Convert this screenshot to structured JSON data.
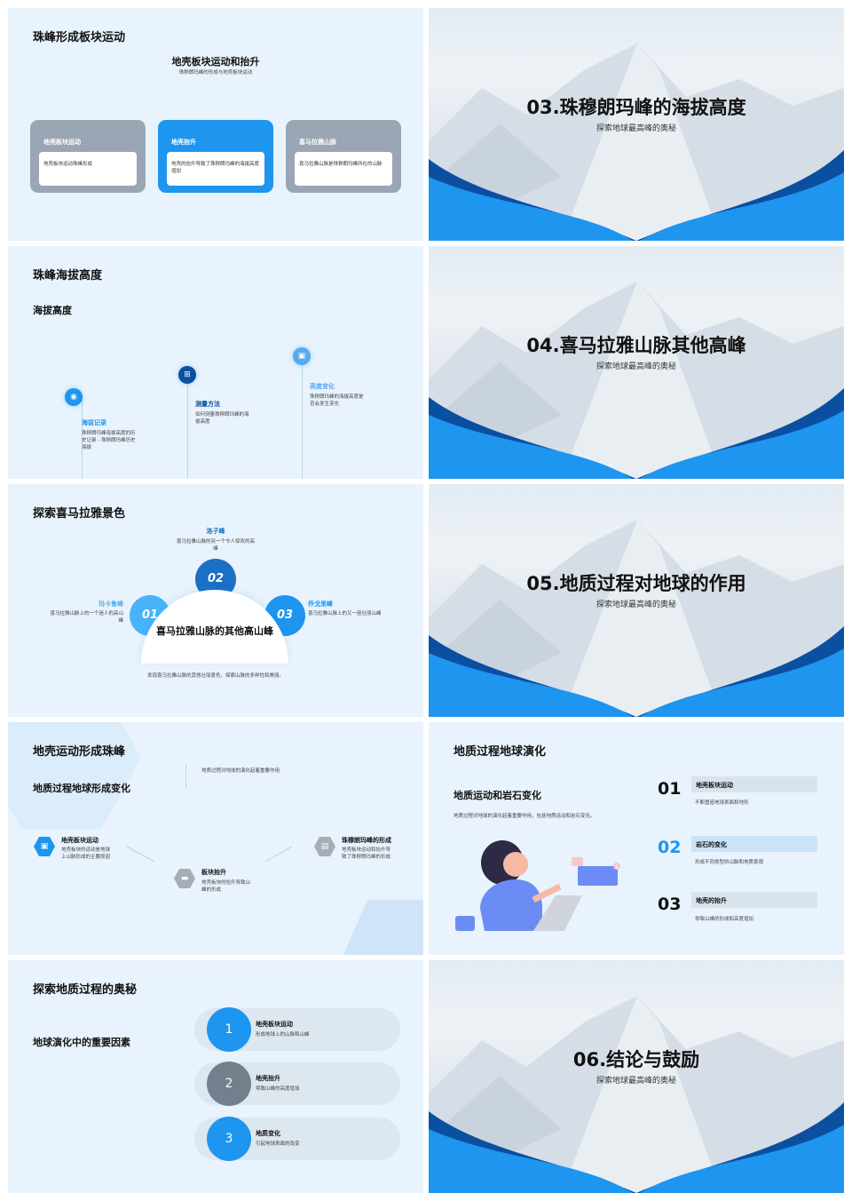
{
  "colors": {
    "accent": "#1e95ef",
    "dark": "#0b4fa0",
    "gray": "#9aa6b3",
    "bg": "#e8f3fd"
  },
  "s1": {
    "title": "珠峰形成板块运动",
    "heading": "地壳板块运动和抬升",
    "sub": "珠穆朗玛峰的形成与地壳板块运动",
    "cards": [
      {
        "label": "地壳板块运动",
        "text": "地壳板块运动珠峰形成"
      },
      {
        "label": "地壳抬升",
        "text": "地壳的抬升导致了珠穆朗玛峰的海拔高度增加"
      },
      {
        "label": "喜马拉雅山脉",
        "text": "喜马拉雅山脉是珠穆朗玛峰所在的山脉"
      }
    ]
  },
  "covers": [
    {
      "title": "03.珠穆朗玛峰的海拔高度",
      "sub": "探索地球最高峰的奥秘"
    },
    {
      "title": "04.喜马拉雅山脉其他高峰",
      "sub": "探索地球最高峰的奥秘"
    },
    {
      "title": "05.地质过程对地球的作用",
      "sub": "探索地球最高峰的奥秘"
    },
    {
      "title": "06.结论与鼓励",
      "sub": "探索地球最高峰的奥秘"
    }
  ],
  "s3": {
    "title": "珠峰海拔高度",
    "heading": "海拔高度",
    "items": [
      {
        "label": "海拔记录",
        "text": "珠穆朗玛峰海拔高度的历史记录 - 珠穆朗玛峰历史海拔"
      },
      {
        "label": "测量方法",
        "text": "如何测量珠穆朗玛峰的海拔高度"
      },
      {
        "label": "高度变化",
        "text": "珠穆朗玛峰的海拔高度是否会发生变化"
      }
    ]
  },
  "s5": {
    "title": "探索喜马拉雅景色",
    "center": "喜马拉雅山脉的其他高山峰",
    "caption": "发现喜马拉雅山脉的其他壮丽景色，探索山脉的多样性和美丽。",
    "items": [
      {
        "num": "01",
        "label": "玛卡鲁峰",
        "text": "喜马拉雅山脉上的一个迷人的高山峰"
      },
      {
        "num": "02",
        "label": "洛子峰",
        "text": "喜马拉雅山脉的另一个令人惊叹的高峰"
      },
      {
        "num": "03",
        "label": "乔戈里峰",
        "text": "喜马拉雅山脉上的又一座壮丽山峰"
      }
    ]
  },
  "s7": {
    "title": "地壳运动形成珠峰",
    "heading": "地质过程地球形成变化",
    "caption": "地质过程对地球的演化起着重要作用",
    "items": [
      {
        "label": "地壳板块运动",
        "text": "地壳板块的运动是地球上山脉形成的主要原因"
      },
      {
        "label": "板块抬升",
        "text": "地壳板块的抬升导致山峰的形成"
      },
      {
        "label": "珠穆朗玛峰的形成",
        "text": "地壳板块运动和抬升导致了珠穆朗玛峰的形成"
      }
    ]
  },
  "s8": {
    "title": "地质过程地球演化",
    "heading": "地质运动和岩石变化",
    "desc": "地质过程对地球的演化起着重要作用，包括地质运动和岩石变化。",
    "items": [
      {
        "num": "01",
        "label": "地壳板块运动",
        "text": "不断塑造地球表面和地形"
      },
      {
        "num": "02",
        "label": "岩石的变化",
        "text": "形成不同类型的山脉和地质景观"
      },
      {
        "num": "03",
        "label": "地壳的抬升",
        "text": "导致山峰的形成和高度增加"
      }
    ],
    "badge": "1"
  },
  "s9": {
    "title": "探索地质过程的奥秘",
    "heading": "地球演化中的重要因素",
    "items": [
      {
        "num": "1",
        "label": "地壳板块运动",
        "text": "形成地球上的山脉和山峰"
      },
      {
        "num": "2",
        "label": "地壳抬升",
        "text": "导致山峰的高度增加"
      },
      {
        "num": "3",
        "label": "地质变化",
        "text": "引起地球表面的改变"
      }
    ]
  }
}
